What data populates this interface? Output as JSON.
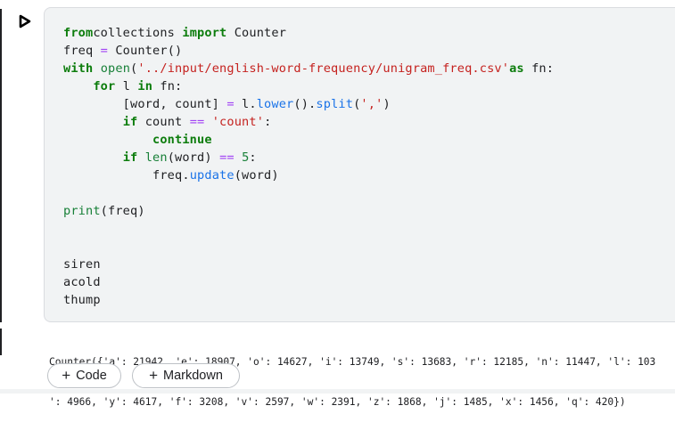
{
  "cell": {
    "run_icon": "play-triangle-icon",
    "code_lines": [
      [
        [
          "kw",
          "from"
        ],
        [
          "",
          "collections "
        ],
        [
          "kw",
          "import"
        ],
        [
          "",
          " Counter"
        ]
      ],
      [
        [
          "",
          "freq "
        ],
        [
          "op",
          "="
        ],
        [
          "",
          " Counter()"
        ]
      ],
      [
        [
          "kw",
          "with"
        ],
        [
          "",
          " "
        ],
        [
          "bi",
          "open"
        ],
        [
          "",
          "("
        ],
        [
          "str",
          "'../input/english-word-frequency/unigram_freq.csv'"
        ],
        [
          ") "
        ],
        [
          "kw",
          "as"
        ],
        [
          "",
          " fn:"
        ]
      ],
      [
        [
          "",
          "    "
        ],
        [
          "kw",
          "for"
        ],
        [
          "",
          " l "
        ],
        [
          "kw",
          "in"
        ],
        [
          "",
          " fn:"
        ]
      ],
      [
        [
          "",
          "        [word, count] "
        ],
        [
          "op",
          "="
        ],
        [
          "",
          " l."
        ],
        [
          "fn",
          "lower"
        ],
        [
          "",
          "()."
        ],
        [
          "fn",
          "split"
        ],
        [
          "",
          "("
        ],
        [
          "str",
          "','"
        ],
        [
          "",
          ")"
        ]
      ],
      [
        [
          "",
          "        "
        ],
        [
          "kw",
          "if"
        ],
        [
          "",
          " count "
        ],
        [
          "op",
          "=="
        ],
        [
          "",
          " "
        ],
        [
          "str",
          "'count'"
        ],
        [
          "",
          ":"
        ]
      ],
      [
        [
          "",
          "            "
        ],
        [
          "kw",
          "continue"
        ]
      ],
      [
        [
          "",
          "        "
        ],
        [
          "kw",
          "if"
        ],
        [
          "",
          " "
        ],
        [
          "bi",
          "len"
        ],
        [
          "",
          "(word) "
        ],
        [
          "op",
          "=="
        ],
        [
          "",
          " "
        ],
        [
          "num",
          "5"
        ],
        [
          "",
          ":"
        ]
      ],
      [
        [
          "",
          "            freq."
        ],
        [
          "fn",
          "update"
        ],
        [
          "",
          "(word)"
        ]
      ],
      [],
      [
        [
          "bi",
          "print"
        ],
        [
          "",
          "(freq)"
        ]
      ],
      [],
      [],
      [
        [
          "",
          "siren"
        ]
      ],
      [
        [
          "",
          "acold"
        ]
      ],
      [
        [
          "",
          "thump"
        ]
      ]
    ]
  },
  "output": {
    "lines": [
      "Counter({'a': 21942, 'e': 18907, 'o': 14627, 'i': 13749, 's': 13683, 'r': 12185, 'n': 11447, 'l': 103",
      "': 4966, 'y': 4617, 'f': 3208, 'v': 2597, 'w': 2391, 'z': 1868, 'j': 1485, 'x': 1456, 'q': 420})"
    ]
  },
  "toolbar": {
    "add_code_label": "Code",
    "add_markdown_label": "Markdown",
    "plus_icon": "plus-icon"
  }
}
